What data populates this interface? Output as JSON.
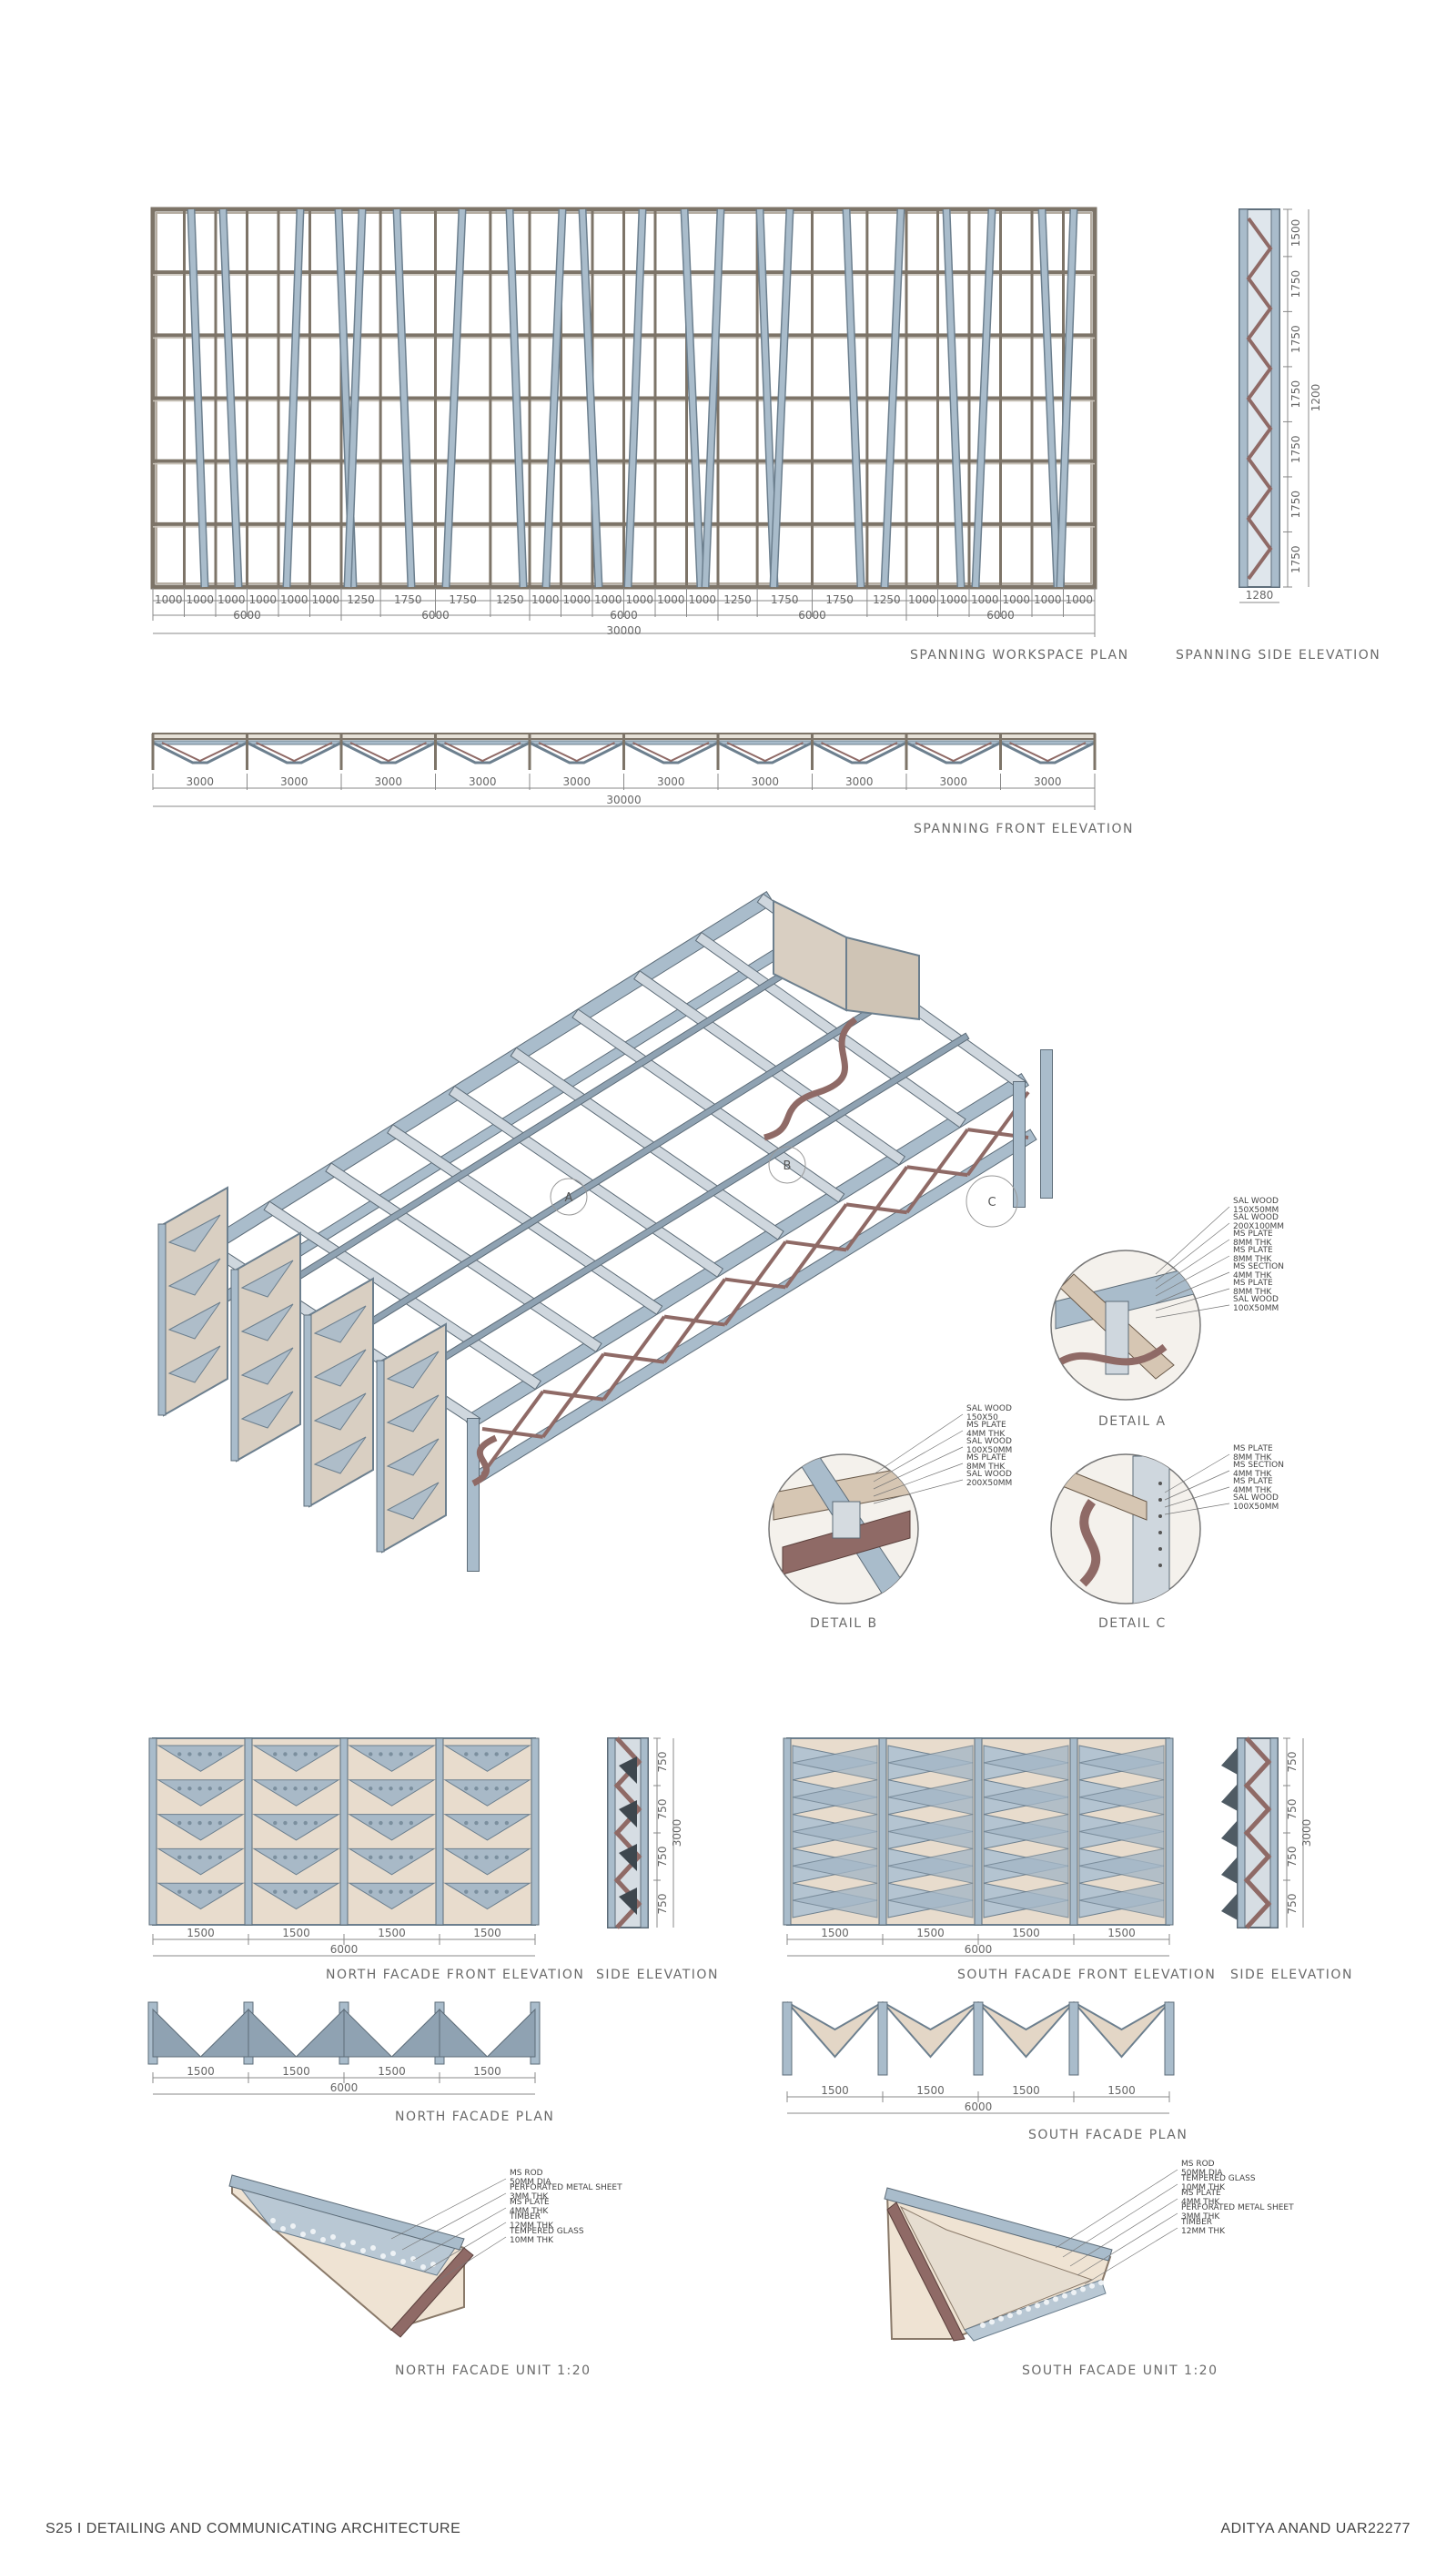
{
  "plan": {
    "caption": "SPANNING WORKSPACE PLAN",
    "bays": [
      "1000",
      "1000",
      "1000",
      "1000",
      "1000",
      "1000",
      "1250",
      "1750",
      "1750",
      "1250",
      "1000",
      "1000",
      "1000",
      "1000",
      "1000",
      "1000",
      "1250",
      "1750",
      "1750",
      "1250",
      "1000",
      "1000",
      "1000",
      "1000",
      "1000",
      "1000"
    ],
    "groups": [
      "6000",
      "6000",
      "6000",
      "6000",
      "6000"
    ],
    "total": "30000"
  },
  "side": {
    "caption": "SPANNING SIDE ELEVATION",
    "dims": [
      "1500",
      "1750",
      "1750",
      "1750",
      "1750",
      "1750",
      "1750"
    ],
    "overall": "1200",
    "width": "1280"
  },
  "front": {
    "caption": "SPANNING FRONT ELEVATION",
    "bays": [
      "3000",
      "3000",
      "3000",
      "3000",
      "3000",
      "3000",
      "3000",
      "3000",
      "3000",
      "3000"
    ],
    "total": "30000"
  },
  "axo": {
    "tags": [
      "A",
      "B",
      "C"
    ]
  },
  "detail_a": {
    "caption": "DETAIL A",
    "notes": [
      "SAL WOOD",
      "150X50MM",
      "SAL WOOD",
      "200X100MM",
      "MS PLATE",
      "8MM THK",
      "MS PLATE",
      "8MM THK",
      "MS SECTION",
      "4MM THK",
      "MS PLATE",
      "8MM THK",
      "SAL WOOD",
      "100X50MM"
    ]
  },
  "detail_b": {
    "caption": "DETAIL B",
    "notes": [
      "SAL WOOD",
      "150X50",
      "MS PLATE",
      "4MM THK",
      "SAL WOOD",
      "100X50MM",
      "MS PLATE",
      "8MM THK",
      "SAL WOOD",
      "200X50MM"
    ]
  },
  "detail_c": {
    "caption": "DETAIL C",
    "notes": [
      "MS PLATE",
      "8MM THK",
      "MS SECTION",
      "4MM THK",
      "MS PLATE",
      "4MM THK",
      "SAL WOOD",
      "100X50MM"
    ]
  },
  "north_front": {
    "caption": "NORTH FACADE FRONT ELEVATION",
    "bays": [
      "1500",
      "1500",
      "1500",
      "1500"
    ],
    "total": "6000"
  },
  "north_side": {
    "caption": "SIDE ELEVATION",
    "dims": [
      "750",
      "750",
      "750",
      "750"
    ],
    "overall": "3000"
  },
  "south_front": {
    "caption": "SOUTH FACADE FRONT ELEVATION",
    "bays": [
      "1500",
      "1500",
      "1500",
      "1500"
    ],
    "total": "6000"
  },
  "south_side": {
    "caption": "SIDE ELEVATION",
    "dims": [
      "750",
      "750",
      "750",
      "750"
    ],
    "overall": "3000"
  },
  "north_plan": {
    "caption": "NORTH FACADE PLAN",
    "bays": [
      "1500",
      "1500",
      "1500",
      "1500"
    ],
    "total": "6000"
  },
  "south_plan": {
    "caption": "SOUTH FACADE PLAN",
    "bays": [
      "1500",
      "1500",
      "1500",
      "1500"
    ],
    "total": "6000"
  },
  "north_unit": {
    "caption": "NORTH FACADE UNIT 1:20",
    "notes": [
      "MS ROD",
      "50MM DIA",
      "PERFORATED METAL SHEET",
      "3MM THK",
      "MS PLATE",
      "4MM THK",
      "TIMBER",
      "12MM THK",
      "TEMPERED GLASS",
      "10MM THK"
    ]
  },
  "south_unit": {
    "caption": "SOUTH FACADE UNIT 1:20",
    "notes": [
      "MS ROD",
      "50MM DIA",
      "TEMPERED GLASS",
      "10MM THK",
      "MS PLATE",
      "4MM THK",
      "PERFORATED METAL SHEET",
      "3MM THK",
      "TIMBER",
      "12MM THK"
    ]
  },
  "footer": {
    "left": "S25 I DETAILING AND COMMUNICATING ARCHITECTURE",
    "right": "ADITYA ANAND UAR22277"
  },
  "colors": {
    "steel": "#a9bccb",
    "timber": "#8f6a66",
    "frame": "#7d7468",
    "panel": "#e8dccd"
  }
}
